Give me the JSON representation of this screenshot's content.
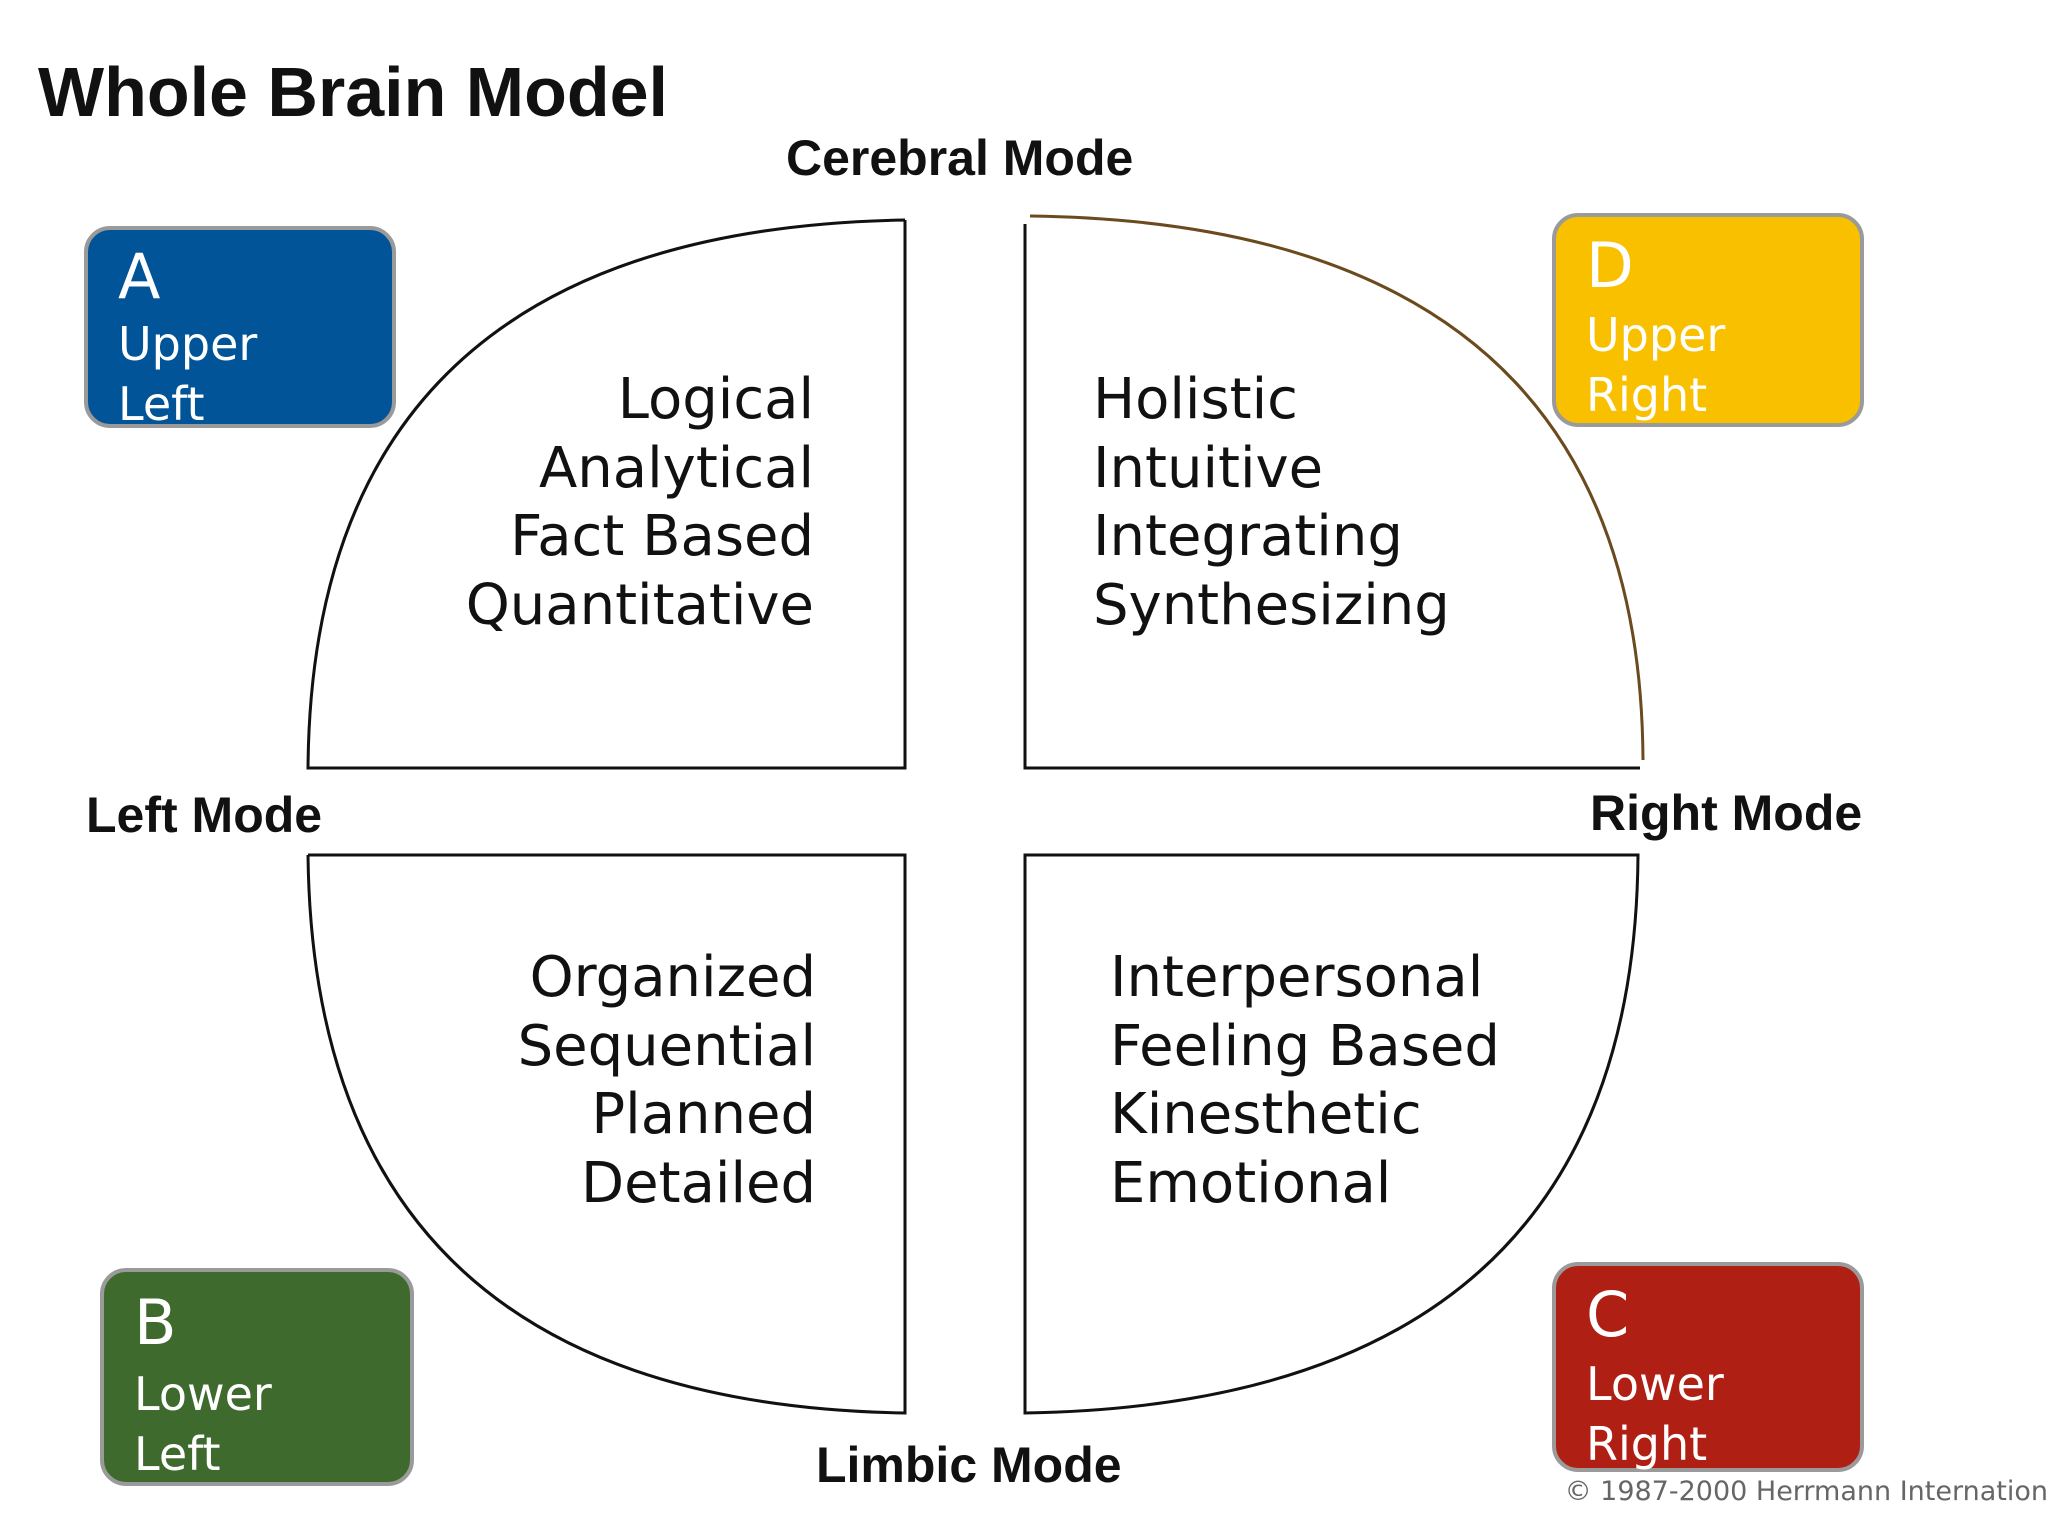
{
  "title": "Whole Brain Model",
  "modes": {
    "top": "Cerebral Mode",
    "bottom": "Limbic Mode",
    "left": "Left Mode",
    "right": "Right Mode"
  },
  "quadrants": {
    "upper_left": {
      "letter": "A",
      "line1": "Upper",
      "line2": "Left",
      "color": "#005497",
      "traits": [
        "Logical",
        "Analytical",
        "Fact Based",
        "Quantitative"
      ]
    },
    "lower_left": {
      "letter": "B",
      "line1": "Lower",
      "line2": "Left",
      "color": "#3e6b2d",
      "traits": [
        "Organized",
        "Sequential",
        "Planned",
        "Detailed"
      ]
    },
    "lower_right": {
      "letter": "C",
      "line1": "Lower",
      "line2": "Right",
      "color": "#b01f14",
      "traits": [
        "Interpersonal",
        "Feeling Based",
        "Kinesthetic",
        "Emotional"
      ]
    },
    "upper_right": {
      "letter": "D",
      "line1": "Upper",
      "line2": "Right",
      "color": "#f9c000",
      "traits": [
        "Holistic",
        "Intuitive",
        "Integrating",
        "Synthesizing"
      ]
    }
  },
  "copyright": "© 1987-2000 Herrmann Internation"
}
